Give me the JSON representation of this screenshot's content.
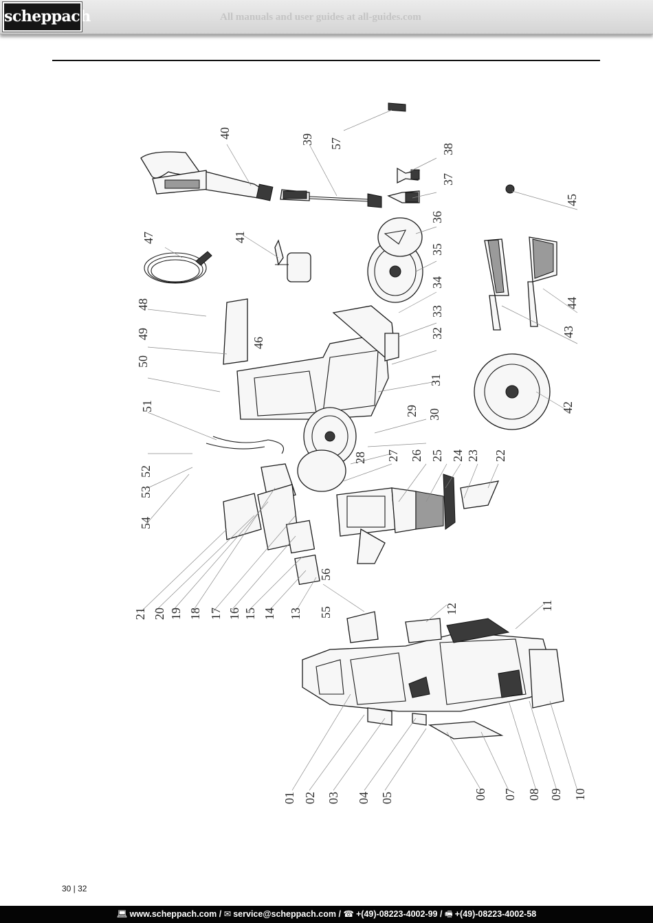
{
  "header": {
    "logo_text": "scheppach",
    "watermark": "All manuals and user guides at all-guides.com"
  },
  "diagram": {
    "callouts": [
      "01",
      "02",
      "03",
      "04",
      "05",
      "06",
      "07",
      "08",
      "09",
      "10",
      "11",
      "12",
      "13",
      "14",
      "15",
      "16",
      "17",
      "18",
      "19",
      "20",
      "21",
      "22",
      "23",
      "24",
      "25",
      "26",
      "27",
      "28",
      "29",
      "30",
      "31",
      "32",
      "33",
      "34",
      "35",
      "36",
      "37",
      "38",
      "39",
      "40",
      "41",
      "42",
      "43",
      "44",
      "45",
      "46",
      "47",
      "48",
      "49",
      "50",
      "51",
      "52",
      "53",
      "54",
      "55",
      "56",
      "57"
    ]
  },
  "page": {
    "number": "30 | 32"
  },
  "footer": {
    "web_icon": "laptop-icon",
    "web": "www.scheppach.com /",
    "mail_icon": "envelope-icon",
    "mail": "service@scheppach.com /",
    "phone_icon": "telephone-icon",
    "phone": "+(49)-08223-4002-99 /",
    "fax_icon": "fax-icon",
    "fax": "+(49)-08223-4002-58"
  }
}
